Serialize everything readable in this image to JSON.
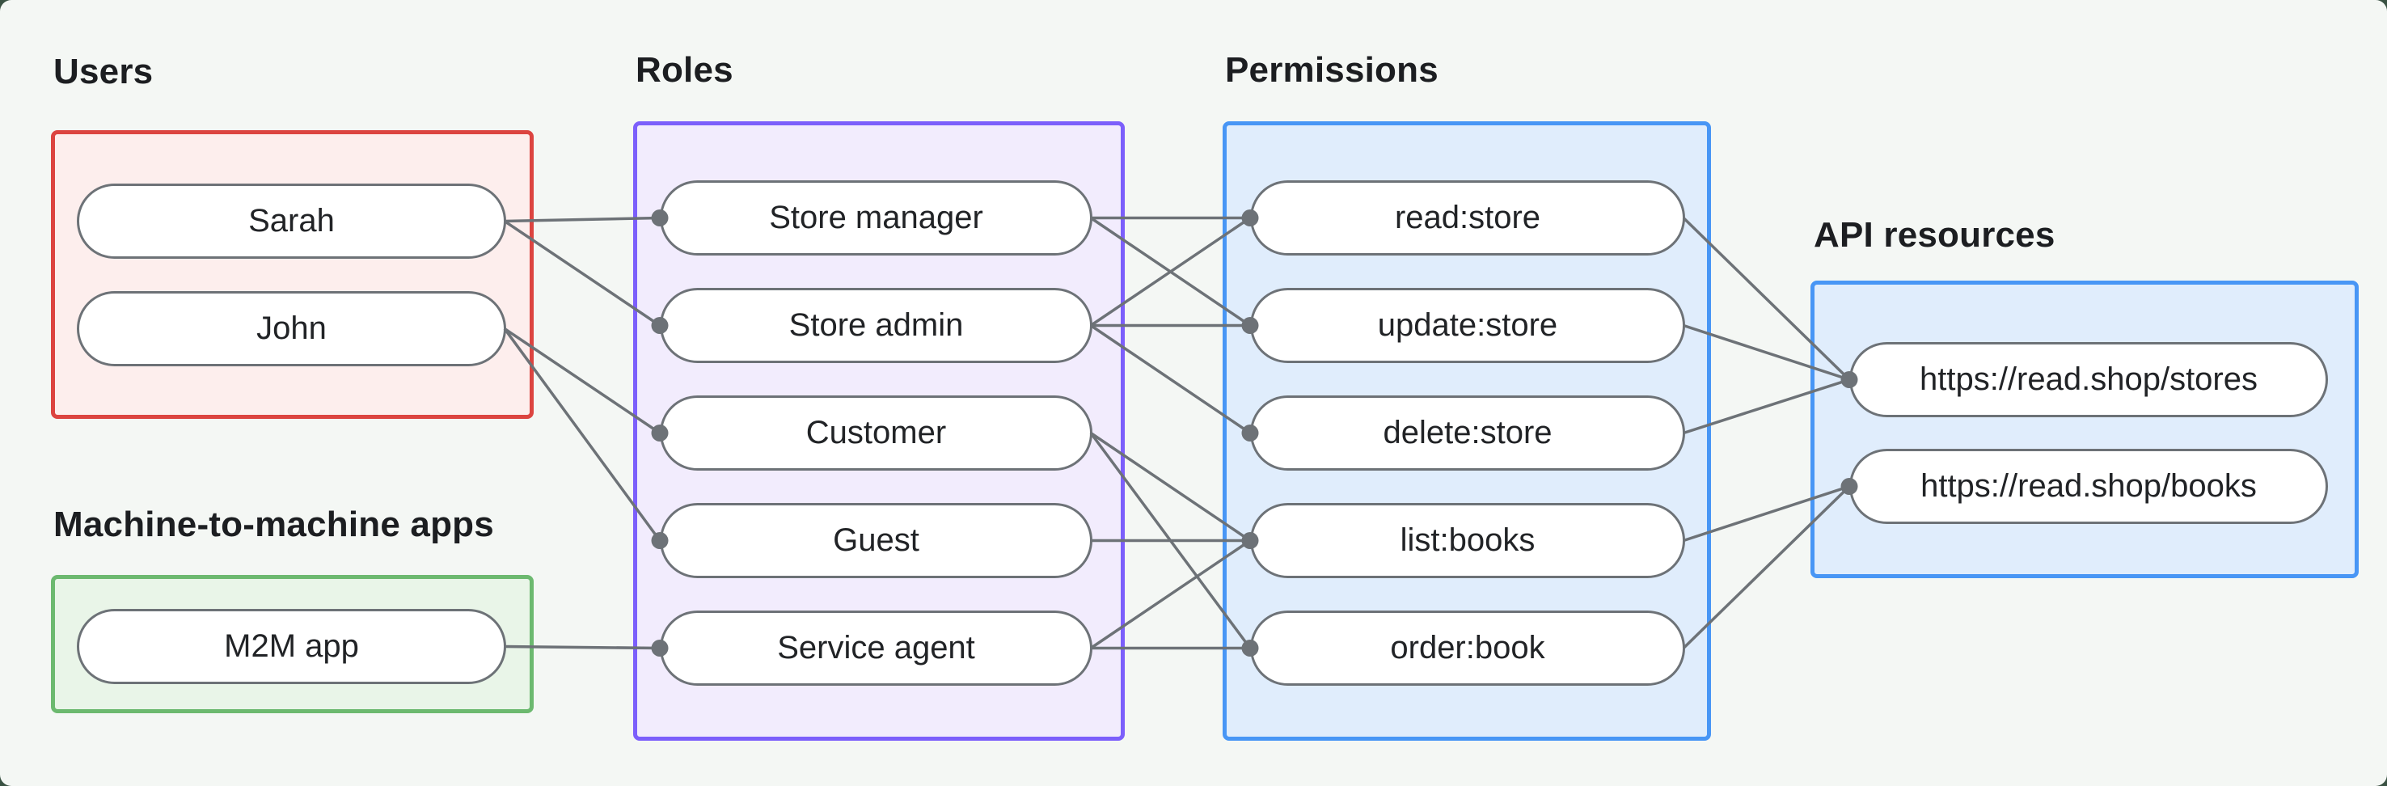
{
  "diagram": {
    "groups": [
      {
        "id": "users",
        "title": "Users",
        "border_color": "#dc4440",
        "fill_color": "#fdeeed",
        "nodes": [
          {
            "id": "sarah",
            "label": "Sarah"
          },
          {
            "id": "john",
            "label": "John"
          }
        ]
      },
      {
        "id": "m2m",
        "title": "Machine-to-machine apps",
        "border_color": "#6cb96f",
        "fill_color": "#e9f5e8",
        "nodes": [
          {
            "id": "m2m-app",
            "label": "M2M app"
          }
        ]
      },
      {
        "id": "roles",
        "title": "Roles",
        "border_color": "#7c5ffb",
        "fill_color": "#f2ecfd",
        "nodes": [
          {
            "id": "store-manager",
            "label": "Store manager"
          },
          {
            "id": "store-admin",
            "label": "Store admin"
          },
          {
            "id": "customer",
            "label": "Customer"
          },
          {
            "id": "guest",
            "label": "Guest"
          },
          {
            "id": "service-agent",
            "label": "Service agent"
          }
        ]
      },
      {
        "id": "permissions",
        "title": "Permissions",
        "border_color": "#4896f5",
        "fill_color": "#e0edfc",
        "nodes": [
          {
            "id": "read-store",
            "label": "read:store"
          },
          {
            "id": "update-store",
            "label": "update:store"
          },
          {
            "id": "delete-store",
            "label": "delete:store"
          },
          {
            "id": "list-books",
            "label": "list:books"
          },
          {
            "id": "order-book",
            "label": "order:book"
          }
        ]
      },
      {
        "id": "api",
        "title": "API resources",
        "border_color": "#4896f5",
        "fill_color": "#e0edfc",
        "nodes": [
          {
            "id": "stores-api",
            "label": "https://read.shop/stores"
          },
          {
            "id": "books-api",
            "label": "https://read.shop/books"
          }
        ]
      }
    ],
    "edges": [
      [
        "sarah",
        "store-manager"
      ],
      [
        "sarah",
        "store-admin"
      ],
      [
        "john",
        "customer"
      ],
      [
        "john",
        "guest"
      ],
      [
        "m2m-app",
        "service-agent"
      ],
      [
        "store-manager",
        "read-store"
      ],
      [
        "store-manager",
        "update-store"
      ],
      [
        "store-admin",
        "read-store"
      ],
      [
        "store-admin",
        "update-store"
      ],
      [
        "store-admin",
        "delete-store"
      ],
      [
        "customer",
        "list-books"
      ],
      [
        "customer",
        "order-book"
      ],
      [
        "guest",
        "list-books"
      ],
      [
        "service-agent",
        "list-books"
      ],
      [
        "service-agent",
        "order-book"
      ],
      [
        "read-store",
        "stores-api"
      ],
      [
        "update-store",
        "stores-api"
      ],
      [
        "delete-store",
        "stores-api"
      ],
      [
        "list-books",
        "books-api"
      ],
      [
        "order-book",
        "books-api"
      ]
    ],
    "colors": {
      "page_background": "#3a5243",
      "canvas_background": "#f4f7f4",
      "edge_line": "#6d7277",
      "pill_border": "#6d7277",
      "pill_fill": "#ffffff",
      "text": "#1c1e21"
    }
  }
}
